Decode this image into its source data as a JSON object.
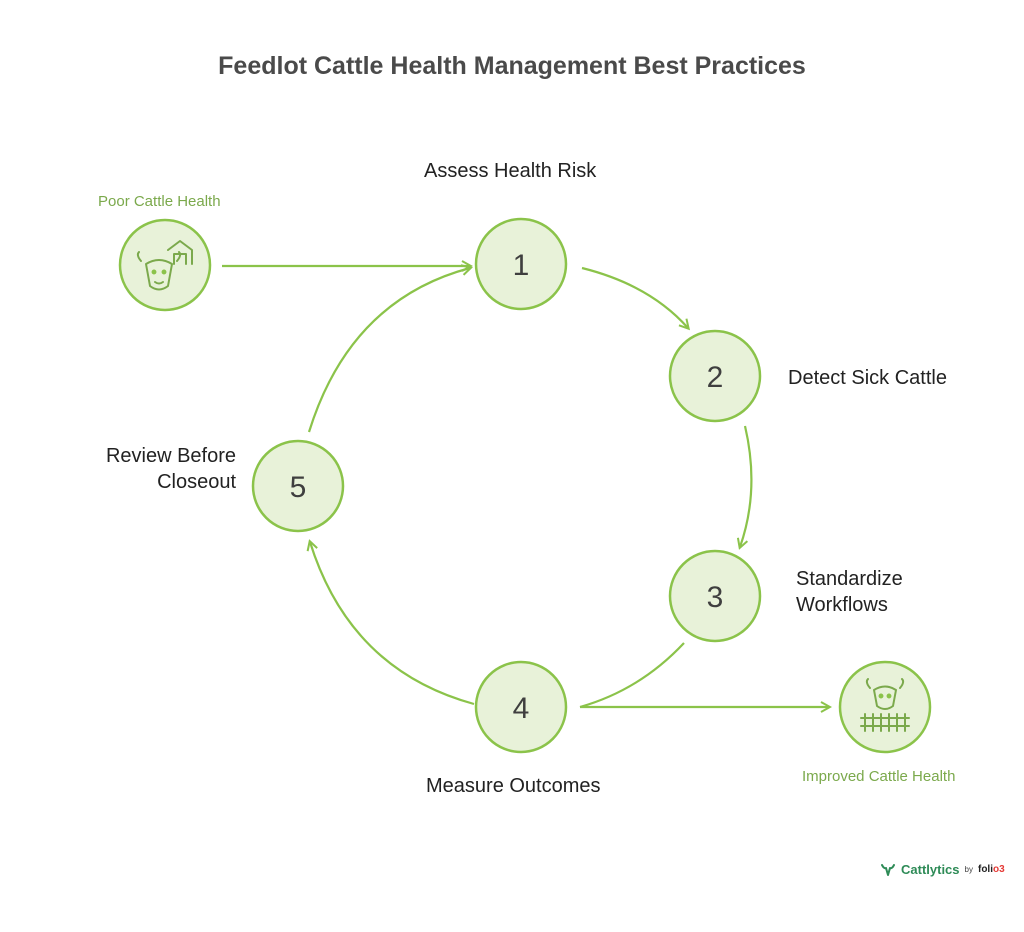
{
  "title": "Feedlot Cattle Health Management Best Practices",
  "colors": {
    "accent": "#8bc34a",
    "node_fill": "#e8f2d9",
    "label_green": "#7ba94c",
    "brand": "#2e8b57"
  },
  "start": {
    "label": "Poor Cattle Health",
    "icon": "cow-barn-icon"
  },
  "end": {
    "label": "Improved Cattle Health",
    "icon": "cow-fence-icon"
  },
  "steps": [
    {
      "number": "1",
      "label": "Assess Health Risk"
    },
    {
      "number": "2",
      "label": "Detect Sick Cattle"
    },
    {
      "number": "3",
      "label": "Standardize Workflows",
      "label_lines": [
        "Standardize",
        "Workflows"
      ]
    },
    {
      "number": "4",
      "label": "Measure Outcomes"
    },
    {
      "number": "5",
      "label": "Review Before Closeout",
      "label_lines": [
        "Review Before",
        "Closeout"
      ]
    }
  ],
  "brand": {
    "name": "Cattlytics",
    "by": "by",
    "partner_a": "foli",
    "partner_b": "o3"
  }
}
